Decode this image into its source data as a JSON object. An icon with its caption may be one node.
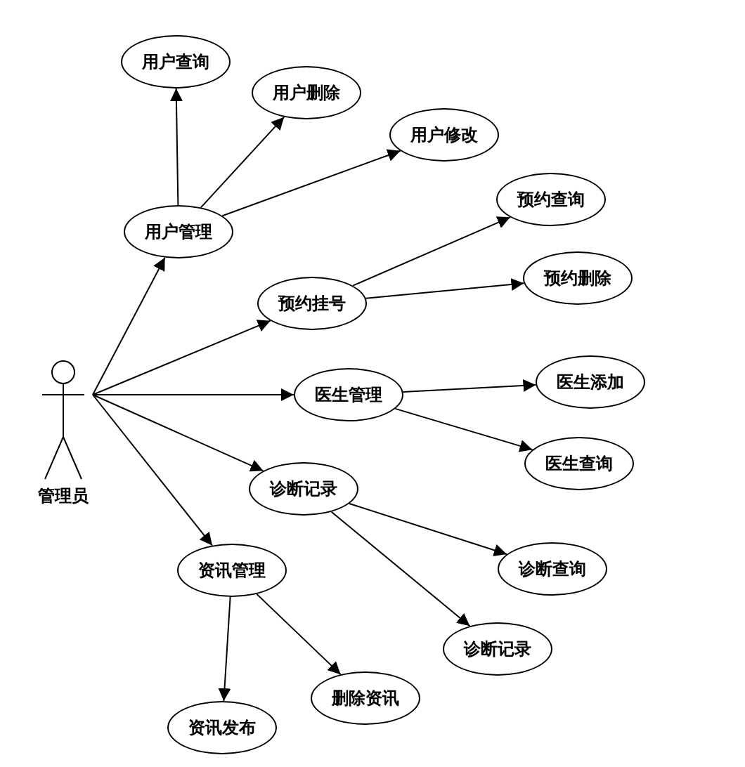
{
  "diagram": {
    "nodes": [
      {
        "text": [
          "管理员"
        ]
      },
      {
        "text": [
          "用户管理"
        ]
      },
      {
        "text": [
          "用户查询"
        ]
      },
      {
        "text": [
          "用户删除"
        ]
      },
      {
        "text": [
          "用户修改"
        ]
      },
      {
        "text": [
          "预约挂号"
        ]
      },
      {
        "text": [
          "预约查询"
        ]
      },
      {
        "text": [
          "预约删除"
        ]
      },
      {
        "text": [
          "医生管理"
        ]
      },
      {
        "text": [
          "医生添加"
        ]
      },
      {
        "text": [
          "医生查询"
        ]
      },
      {
        "text": [
          "诊断记录"
        ]
      },
      {
        "text": [
          "诊断查询"
        ]
      },
      {
        "text": [
          "诊断记录"
        ]
      },
      {
        "text": [
          "资讯管理"
        ]
      },
      {
        "text": [
          "资讯发布"
        ]
      },
      {
        "text": [
          "删除资讯"
        ]
      }
    ],
    "edges": [
      {
        "from": 0,
        "to": 1,
        "arrow": "to"
      },
      {
        "from": 0,
        "to": 5,
        "arrow": "to"
      },
      {
        "from": 0,
        "to": 8,
        "arrow": "to"
      },
      {
        "from": 0,
        "to": 11,
        "arrow": "to"
      },
      {
        "from": 0,
        "to": 14,
        "arrow": "to"
      },
      {
        "from": 1,
        "to": 2,
        "arrow": "to"
      },
      {
        "from": 1,
        "to": 3,
        "arrow": "to"
      },
      {
        "from": 1,
        "to": 4,
        "arrow": "to"
      },
      {
        "from": 5,
        "to": 6,
        "arrow": "to"
      },
      {
        "from": 5,
        "to": 7,
        "arrow": "to"
      },
      {
        "from": 8,
        "to": 9,
        "arrow": "to"
      },
      {
        "from": 8,
        "to": 10,
        "arrow": "to"
      },
      {
        "from": 11,
        "to": 12,
        "arrow": "to"
      },
      {
        "from": 11,
        "to": 13,
        "arrow": "to"
      },
      {
        "from": 14,
        "to": 15,
        "arrow": "to"
      },
      {
        "from": 14,
        "to": 16,
        "arrow": "to"
      }
    ]
  }
}
